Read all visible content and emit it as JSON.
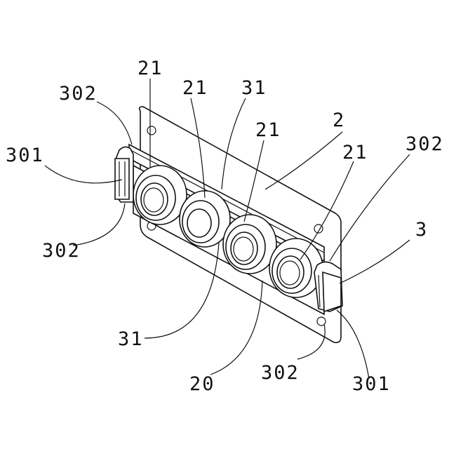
{
  "figure": {
    "labels": {
      "l21_a": "21",
      "l21_b": "21",
      "l21_c": "21",
      "l21_d": "21",
      "l31_top": "31",
      "l31_bottom": "31",
      "l2": "2",
      "l20": "20",
      "l3": "3",
      "l302_top_left": "302",
      "l302_bottom_left": "302",
      "l302_top_right": "302",
      "l302_bottom_right": "302",
      "l301_left": "301",
      "l301_right": "301"
    }
  }
}
